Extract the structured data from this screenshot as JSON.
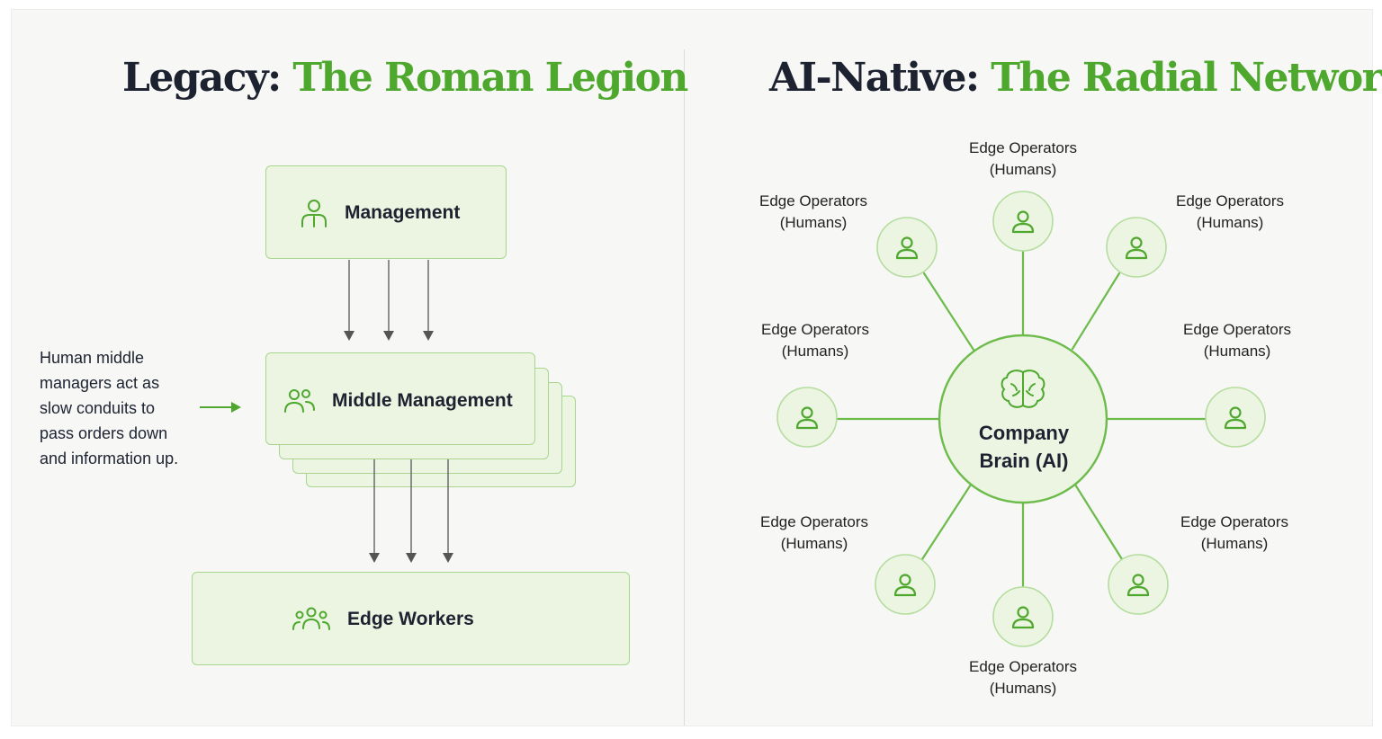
{
  "legacy": {
    "title_prefix": "Legacy:",
    "title_highlight": "The Roman Legion",
    "management_label": "Management",
    "middle_management_label": "Middle Management",
    "edge_workers_label": "Edge Workers",
    "note_lines": [
      "Human middle",
      "managers act as",
      "slow conduits to",
      "pass orders down",
      "and information up."
    ]
  },
  "ai_native": {
    "title_prefix": "AI-Native:",
    "title_highlight": "The Radial Network",
    "hub_line1": "Company",
    "hub_line2": "Brain (AI)",
    "operators": [
      {
        "line1": "Edge Operators",
        "line2": "(Humans)"
      },
      {
        "line1": "Edge Operators",
        "line2": "(Humans)"
      },
      {
        "line1": "Edge Operators",
        "line2": "(Humans)"
      },
      {
        "line1": "Edge Operators",
        "line2": "(Humans)"
      },
      {
        "line1": "Edge Operators",
        "line2": "(Humans)"
      },
      {
        "line1": "Edge Operators",
        "line2": "(Humans)"
      },
      {
        "line1": "Edge Operators",
        "line2": "(Humans)"
      },
      {
        "line1": "Edge Operators",
        "line2": "(Humans)"
      }
    ]
  },
  "colors": {
    "accent": "#4fa82e",
    "box_fill": "#ebf5e2",
    "box_border": "#a9d58f",
    "dark_text": "#1d2230",
    "arrow_gray": "#666666"
  },
  "icons": {
    "management": "person-icon",
    "middle_management": "two-people-icon",
    "edge_workers": "group-icon",
    "hub": "brain-icon",
    "operator": "person-icon",
    "note_arrow": "arrow-right-icon"
  }
}
